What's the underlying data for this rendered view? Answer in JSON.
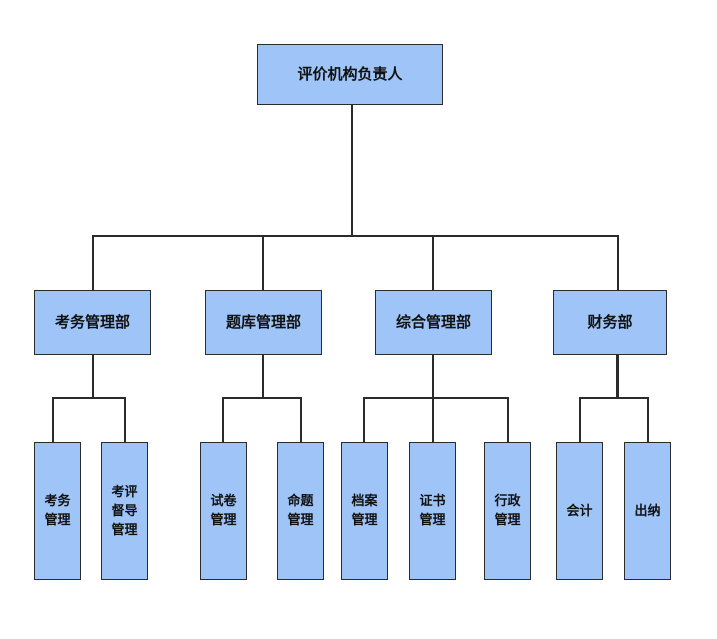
{
  "org_chart": {
    "root": {
      "label": "评价机构负责人"
    },
    "departments": [
      {
        "label": "考务管理部",
        "children": [
          {
            "label": "考务\n管理"
          },
          {
            "label": "考评\n督导\n管理"
          }
        ]
      },
      {
        "label": "题库管理部",
        "children": [
          {
            "label": "试卷\n管理"
          },
          {
            "label": "命题\n管理"
          }
        ]
      },
      {
        "label": "综合管理部",
        "children": [
          {
            "label": "档案\n管理"
          },
          {
            "label": "证书\n管理"
          },
          {
            "label": "行政\n管理"
          }
        ]
      },
      {
        "label": "财务部",
        "children": [
          {
            "label": "会计"
          },
          {
            "label": "出纳"
          }
        ]
      }
    ]
  },
  "colors": {
    "box_fill": "#9fc5f8",
    "line": "#2b2b2b"
  }
}
